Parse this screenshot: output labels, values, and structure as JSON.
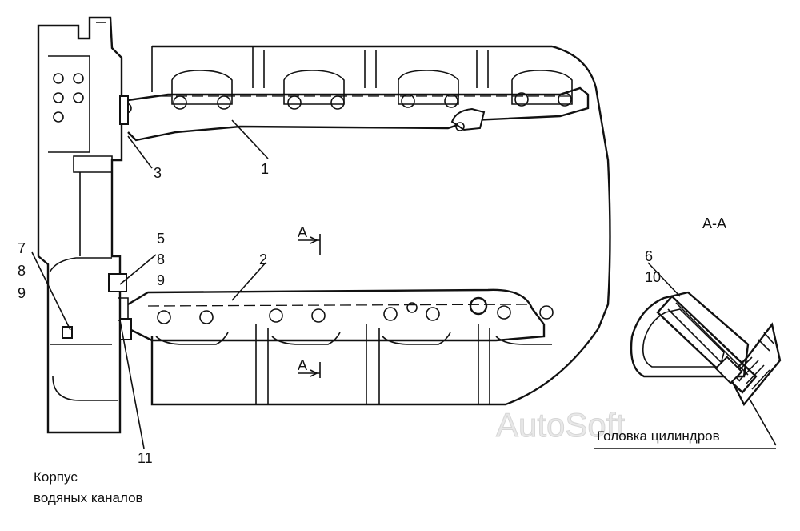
{
  "callouts": {
    "c1": "1",
    "c2": "2",
    "c3": "3",
    "c5": "5",
    "c8a": "8",
    "c9a": "9",
    "c7": "7",
    "c8b": "8",
    "c9b": "9",
    "c6": "6",
    "c10": "10",
    "c11": "11"
  },
  "section_marks": {
    "a_top": "A",
    "a_bottom": "A",
    "section_title": "A-A"
  },
  "labels": {
    "water_housing_line1": "Корпус",
    "water_housing_line2": "водяных каналов",
    "cylinder_head": "Головка цилиндров"
  },
  "watermark": "AutoSoft"
}
